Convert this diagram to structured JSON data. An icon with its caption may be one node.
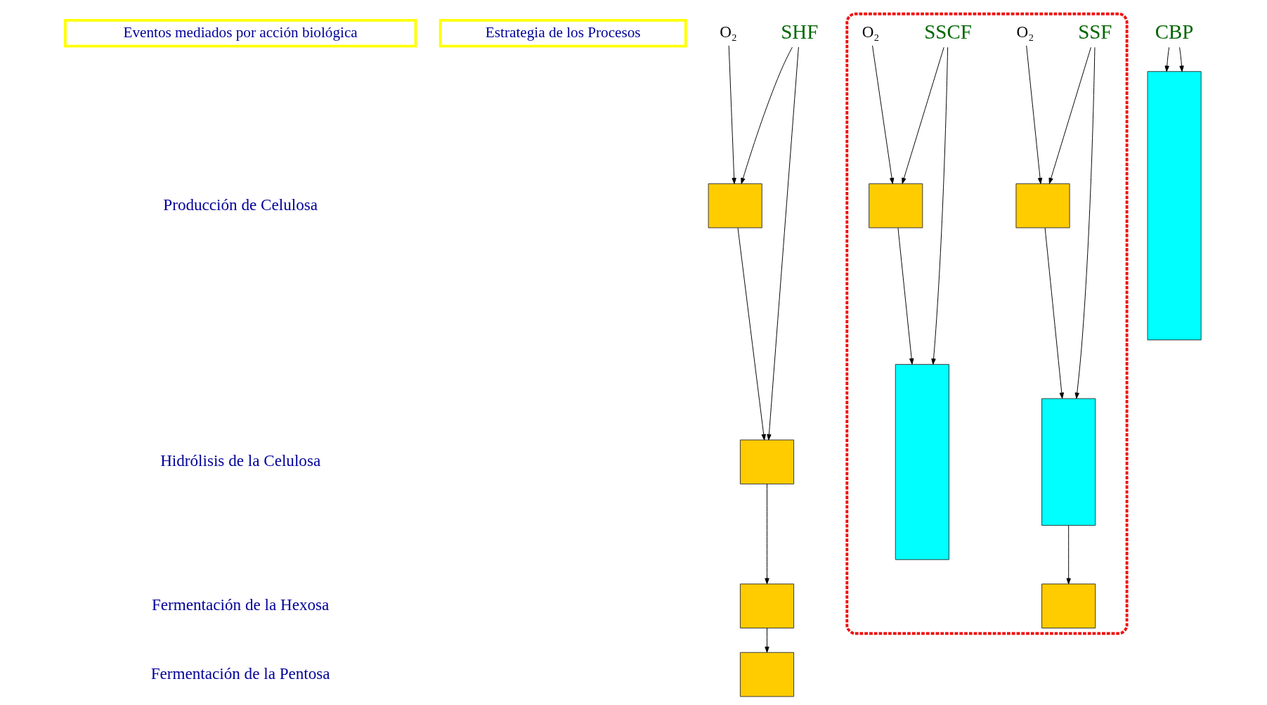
{
  "diagram": {
    "nodes": [
      {
        "text": [
          "Eventos mediados por acción biológica"
        ]
      },
      {
        "text": [
          "Estrategia de los Procesos"
        ]
      },
      {
        "text": [
          "SHF"
        ]
      },
      {
        "text": [
          "O₂"
        ]
      },
      {
        "text": [],
        "shape": "box"
      },
      {
        "text": [],
        "shape": "box"
      },
      {
        "text": [],
        "shape": "box"
      },
      {
        "text": [],
        "shape": "box"
      },
      {
        "text": [],
        "shape": "ellipse"
      },
      {
        "text": [
          "SSF"
        ],
        "in": 8
      },
      {
        "text": [
          "SSCF"
        ],
        "in": 8
      },
      {
        "text": [
          "O₂"
        ],
        "in": 8
      },
      {
        "text": [],
        "shape": "box",
        "in": 8
      },
      {
        "text": [],
        "shape": "box",
        "in": 8
      },
      {
        "text": [],
        "shape": "box",
        "in": 8
      },
      {
        "text": [
          "O₂"
        ],
        "in": 8
      },
      {
        "text": [],
        "shape": "box",
        "in": 8
      },
      {
        "text": [],
        "shape": "box",
        "in": 8
      },
      {
        "text": [
          "CBP"
        ]
      },
      {
        "text": [],
        "shape": "box"
      }
    ],
    "edges": [
      {
        "from": 2,
        "to": 4,
        "arrow": "to"
      },
      {
        "from": 2,
        "to": 5,
        "arrow": "to"
      },
      {
        "from": 3,
        "to": 4,
        "arrow": "to"
      },
      {
        "from": 4,
        "to": 5,
        "arrow": "to"
      },
      {
        "from": 5,
        "to": 6,
        "arrow": "to"
      },
      {
        "from": 6,
        "to": 7,
        "arrow": "to"
      },
      {
        "from": 9,
        "to": 12,
        "arrow": "to"
      },
      {
        "from": 9,
        "to": 13,
        "arrow": "to"
      },
      {
        "from": 11,
        "to": 12,
        "arrow": "to"
      },
      {
        "from": 12,
        "to": 13,
        "arrow": "to"
      },
      {
        "from": 13,
        "to": 14,
        "arrow": "to"
      },
      {
        "from": 10,
        "to": 16,
        "arrow": "to"
      },
      {
        "from": 10,
        "to": 17,
        "arrow": "to"
      },
      {
        "from": 15,
        "to": 16,
        "arrow": "to"
      },
      {
        "from": 16,
        "to": 17,
        "arrow": "to"
      },
      {
        "from": 18,
        "to": 19,
        "arrow": "to"
      },
      {
        "from": 18,
        "to": 19,
        "arrow": "to"
      }
    ],
    "labels": [
      "Producción de Celulosa",
      "Hidrólisis de la Celulosa",
      "Fermentación de la Hexosa",
      "Fermentación de la Pentosa"
    ]
  }
}
